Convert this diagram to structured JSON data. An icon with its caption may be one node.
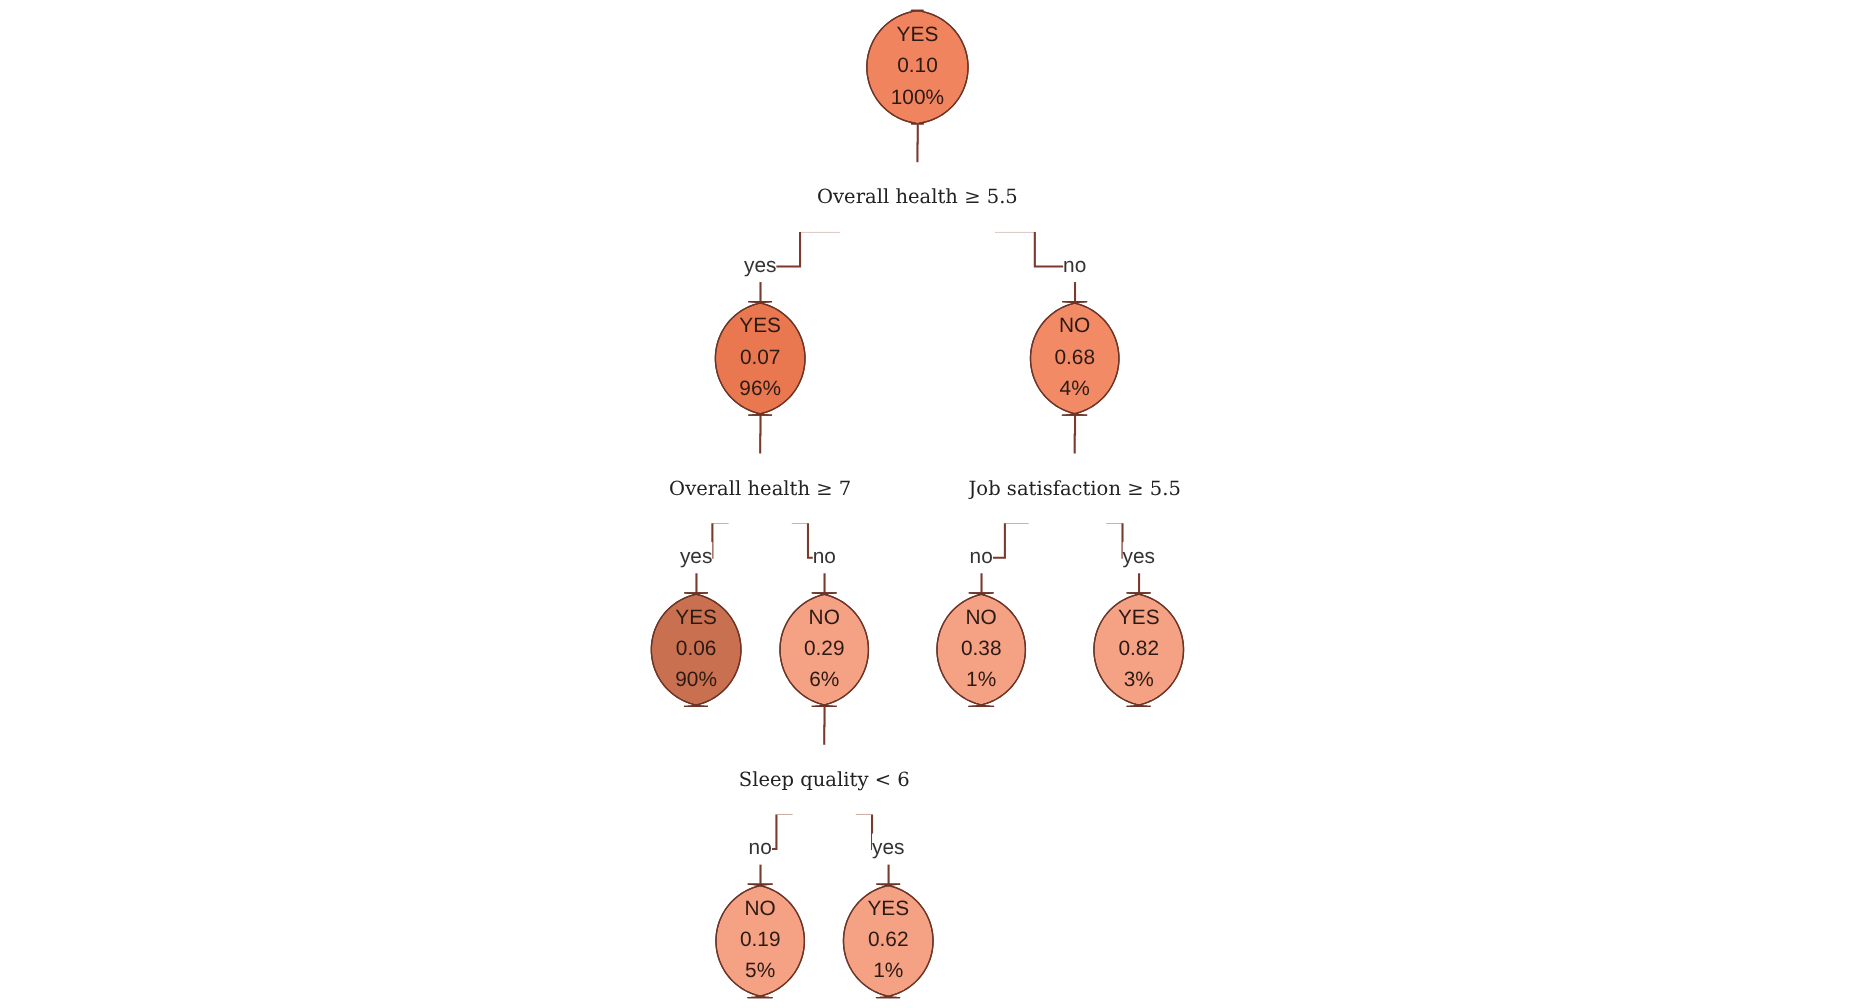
{
  "diagram": {
    "nodes": [
      {
        "text": [
          "YES",
          "0.10",
          "100%"
        ]
      },
      {
        "text": [
          "Overall health ≥ 5.5"
        ]
      },
      {
        "text": [
          "YES",
          "0.07",
          "96%"
        ]
      },
      {
        "text": [
          "NO",
          "0.68",
          "4%"
        ]
      },
      {
        "text": [
          "Overall health ≥ 7"
        ]
      },
      {
        "text": [
          "Job satisfaction ≥ 5.5"
        ]
      },
      {
        "text": [
          "YES",
          "0.06",
          "90%"
        ]
      },
      {
        "text": [
          "NO",
          "0.29",
          "6%"
        ]
      },
      {
        "text": [
          "Sleep quality < 6"
        ]
      },
      {
        "text": [
          "NO",
          "0.19",
          "5%"
        ]
      },
      {
        "text": [
          "YES",
          "0.62",
          "1%"
        ]
      },
      {
        "text": [
          "NO",
          "0.38",
          "1%"
        ]
      },
      {
        "text": [
          "YES",
          "0.82",
          "3%"
        ]
      }
    ],
    "edges": [
      {
        "from": 0,
        "to": 1,
        "arrow": "none"
      },
      {
        "from": 1,
        "to": 2,
        "arrow": "none",
        "label": "yes"
      },
      {
        "from": 1,
        "to": 3,
        "arrow": "none",
        "label": "no"
      },
      {
        "from": 2,
        "to": 4,
        "arrow": "none"
      },
      {
        "from": 3,
        "to": 5,
        "arrow": "none"
      },
      {
        "from": 4,
        "to": 6,
        "arrow": "none",
        "label": "yes"
      },
      {
        "from": 4,
        "to": 7,
        "arrow": "none",
        "label": "no"
      },
      {
        "from": 7,
        "to": 8,
        "arrow": "none"
      },
      {
        "from": 8,
        "to": 9,
        "arrow": "none",
        "label": "no"
      },
      {
        "from": 8,
        "to": 10,
        "arrow": "none",
        "label": "yes"
      },
      {
        "from": 5,
        "to": 11,
        "arrow": "none",
        "label": "no"
      },
      {
        "from": 5,
        "to": 12,
        "arrow": "none",
        "label": "yes"
      }
    ]
  }
}
